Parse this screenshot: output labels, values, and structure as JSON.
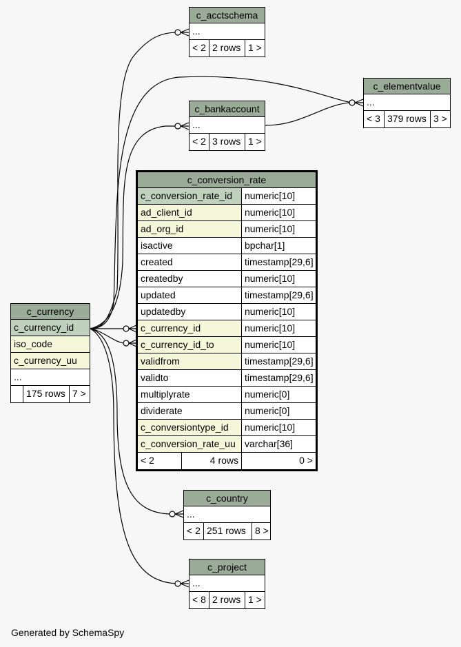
{
  "tables": {
    "c_acctschema": {
      "name": "c_acctschema",
      "ellipsis": "...",
      "prev": "< 2",
      "rows": "2 rows",
      "next": "1 >"
    },
    "c_bankaccount": {
      "name": "c_bankaccount",
      "ellipsis": "...",
      "prev": "< 2",
      "rows": "3 rows",
      "next": "1 >"
    },
    "c_elementvalue": {
      "name": "c_elementvalue",
      "ellipsis": "...",
      "prev": "< 3",
      "rows": "379 rows",
      "next": "3 >"
    },
    "c_country": {
      "name": "c_country",
      "ellipsis": "...",
      "prev": "< 2",
      "rows": "251 rows",
      "next": "8 >"
    },
    "c_project": {
      "name": "c_project",
      "ellipsis": "...",
      "prev": "< 8",
      "rows": "2 rows",
      "next": "1 >"
    },
    "c_currency": {
      "name": "c_currency",
      "columns": [
        "c_currency_id",
        "iso_code",
        "c_currency_uu"
      ],
      "ellipsis": "...",
      "prev": "",
      "rows": "175 rows",
      "next": "7 >"
    },
    "c_conversion_rate": {
      "name": "c_conversion_rate",
      "columns": [
        {
          "name": "c_conversion_rate_id",
          "type": "numeric[10]"
        },
        {
          "name": "ad_client_id",
          "type": "numeric[10]"
        },
        {
          "name": "ad_org_id",
          "type": "numeric[10]"
        },
        {
          "name": "isactive",
          "type": "bpchar[1]"
        },
        {
          "name": "created",
          "type": "timestamp[29,6]"
        },
        {
          "name": "createdby",
          "type": "numeric[10]"
        },
        {
          "name": "updated",
          "type": "timestamp[29,6]"
        },
        {
          "name": "updatedby",
          "type": "numeric[10]"
        },
        {
          "name": "c_currency_id",
          "type": "numeric[10]"
        },
        {
          "name": "c_currency_id_to",
          "type": "numeric[10]"
        },
        {
          "name": "validfrom",
          "type": "timestamp[29,6]"
        },
        {
          "name": "validto",
          "type": "timestamp[29,6]"
        },
        {
          "name": "multiplyrate",
          "type": "numeric[0]"
        },
        {
          "name": "dividerate",
          "type": "numeric[0]"
        },
        {
          "name": "c_conversiontype_id",
          "type": "numeric[10]"
        },
        {
          "name": "c_conversion_rate_uu",
          "type": "varchar[36]"
        }
      ],
      "prev": "< 2",
      "rows": "4 rows",
      "next": "0 >"
    }
  },
  "footer": "Generated by SchemaSpy",
  "colors": {
    "header": "#9aab97",
    "primary_key": "#bfd1bc",
    "foreign_key": "#f4f7da",
    "background": "#f7f7f7"
  }
}
